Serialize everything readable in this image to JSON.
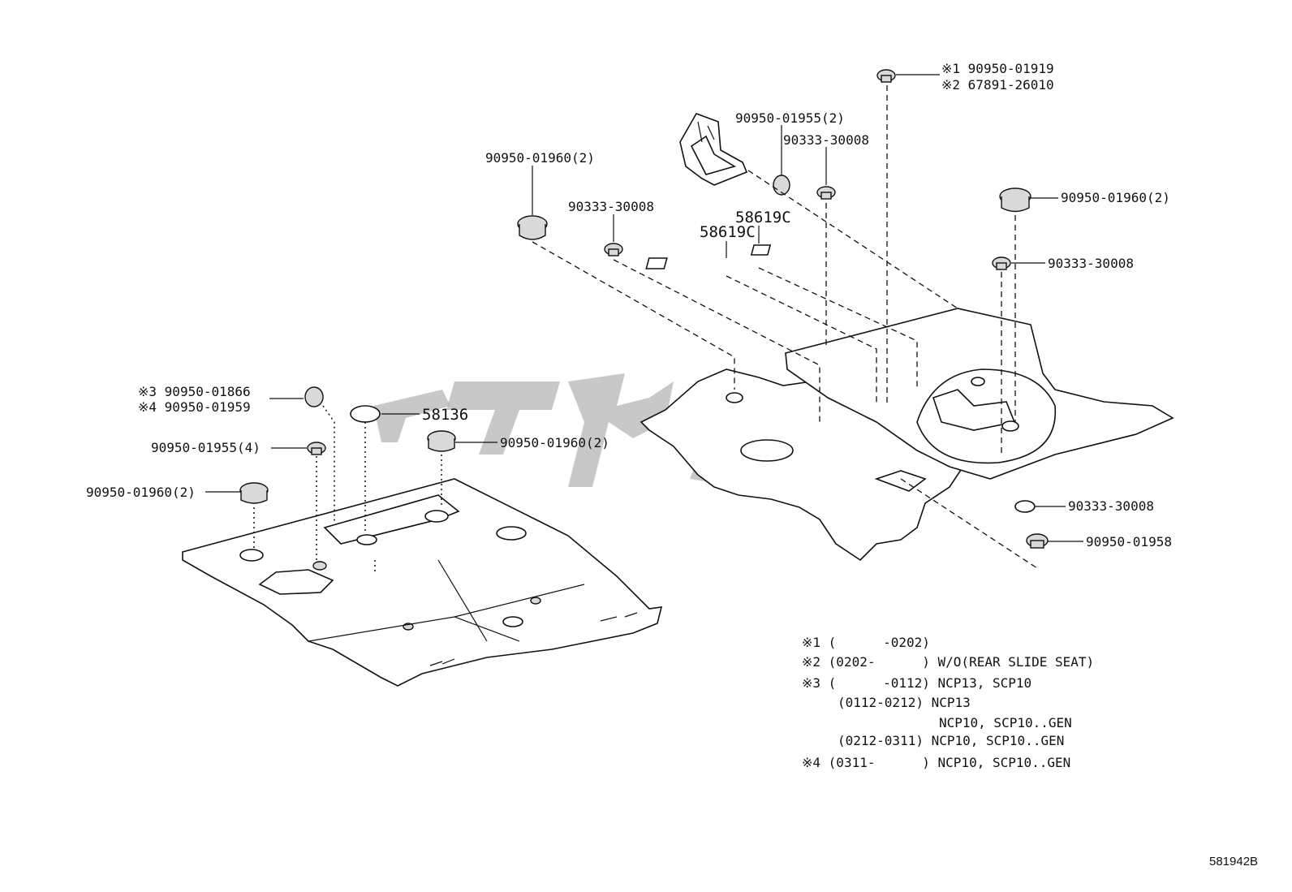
{
  "callouts": {
    "c1": "※1  90950-01919",
    "c2": "※2  67891-26010",
    "c3": "90950-01955(2)",
    "c4": "90333-30008",
    "c5": "90950-01960(2)",
    "c6": "90333-30008",
    "c7": "58619C",
    "c8": "58619C",
    "c9": "90950-01960(2)",
    "c10": "90333-30008",
    "c11": "90333-30008",
    "c12": "90950-01958",
    "c13": "※3 90950-01866",
    "c14": "※4 90950-01959",
    "c15": "58136",
    "c16": "90950-01955(4)",
    "c17": "90950-01960(2)",
    "c18": "90950-01960(2)"
  },
  "notes": {
    "n1": "※1 (      -0202)",
    "n2": "※2 (0202-      ) W/O(REAR SLIDE SEAT)",
    "n3": "※3 (      -0112) NCP13, SCP10",
    "n4": "(0112-0212) NCP13",
    "n5": "NCP10, SCP10..GEN",
    "n6": "(0212-0311) NCP10, SCP10..GEN",
    "n7": "※4 (0311-      ) NCP10, SCP10..GEN"
  },
  "diagram_ref": "581942B",
  "colors": {
    "line": "#111111",
    "watermark": "#b5b5b5",
    "background": "#ffffff"
  }
}
